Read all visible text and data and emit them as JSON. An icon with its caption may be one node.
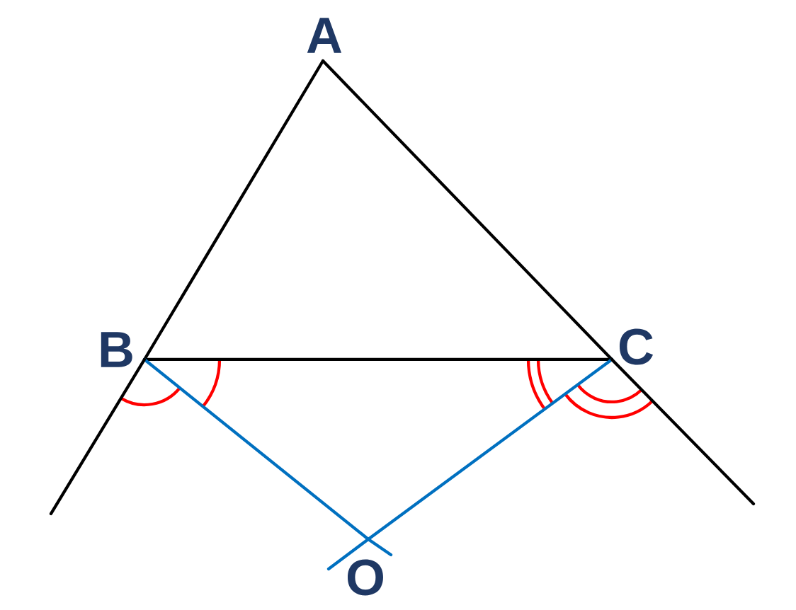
{
  "diagram": {
    "nodes": [
      {
        "text": [
          "A"
        ]
      },
      {
        "text": [
          "B"
        ]
      },
      {
        "text": [
          "C"
        ]
      },
      {
        "text": [
          "O"
        ]
      }
    ],
    "edges": [
      {
        "from": 0,
        "to": 1,
        "arrow": "none"
      },
      {
        "from": 0,
        "to": 2,
        "arrow": "none"
      },
      {
        "from": 1,
        "to": 2,
        "arrow": "none"
      },
      {
        "from": 1,
        "to": 3,
        "arrow": "none",
        "color": "#0070c0"
      },
      {
        "from": 2,
        "to": 3,
        "arrow": "none",
        "color": "#0070c0"
      },
      {
        "from": 1,
        "to": null,
        "arrow": "none"
      },
      {
        "from": 2,
        "to": null,
        "arrow": "none"
      },
      {
        "from": 3,
        "to": null,
        "arrow": "none",
        "color": "#0070c0"
      },
      {
        "from": 3,
        "to": null,
        "arrow": "none",
        "color": "#0070c0"
      }
    ]
  }
}
